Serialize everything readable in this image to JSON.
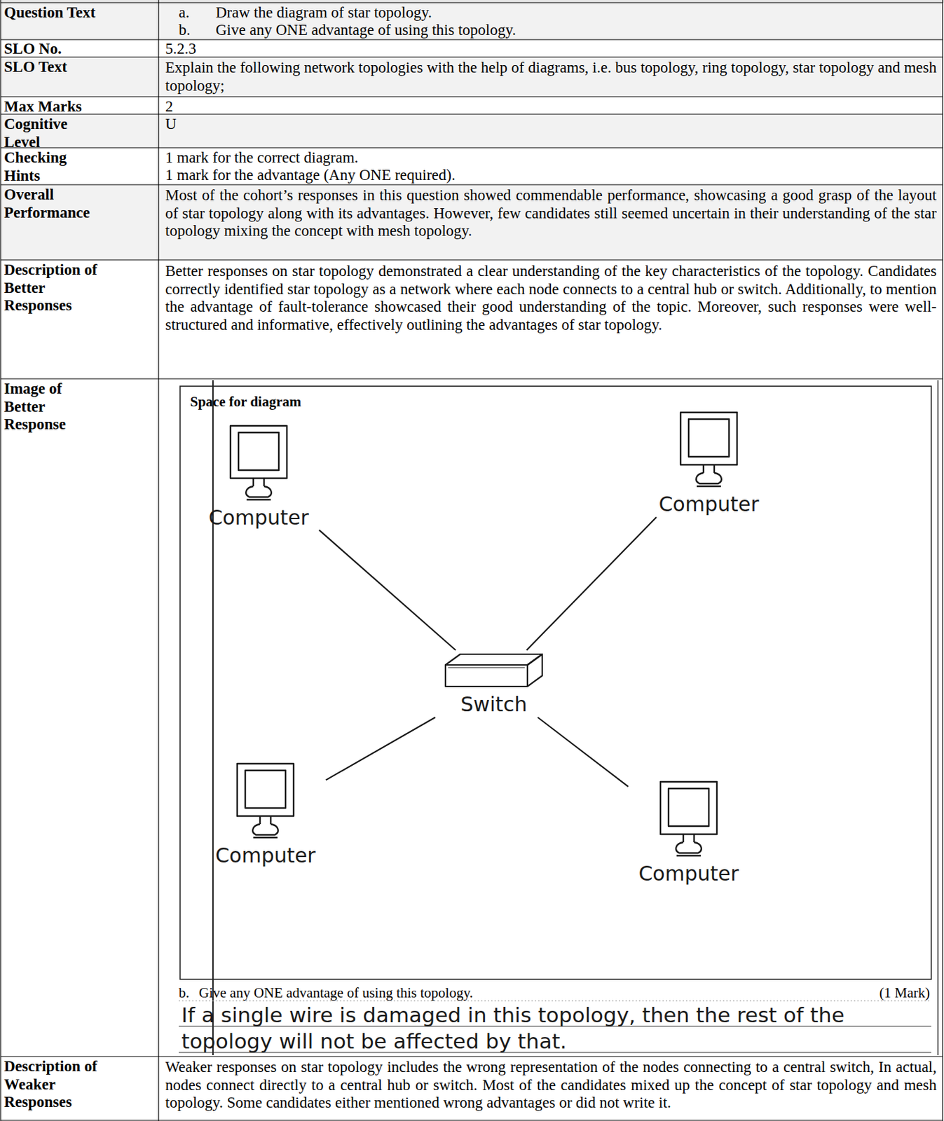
{
  "diagram": {
    "nodes": [
      {
        "text": [
          "Computer"
        ]
      },
      {
        "text": [
          "Computer"
        ]
      },
      {
        "text": [
          "Switch"
        ]
      },
      {
        "text": [
          "Computer"
        ]
      },
      {
        "text": [
          "Computer"
        ]
      }
    ],
    "edges": [
      {
        "from": 0,
        "to": 2,
        "arrow": "none"
      },
      {
        "from": 1,
        "to": 2,
        "arrow": "none"
      },
      {
        "from": 3,
        "to": 2,
        "arrow": "none"
      },
      {
        "from": 4,
        "to": 2,
        "arrow": "none"
      }
    ],
    "labels": [
      "Question Text",
      "a.",
      "Draw the diagram of star topology.",
      "b.",
      "Give any ONE advantage of using this topology.",
      "SLO No.",
      "5.2.3",
      "SLO Text",
      "Explain the following network topologies with the help of diagrams, i.e. bus topology, ring topology, star topology and mesh topology;",
      "Max Marks",
      "2",
      "Cognitive Level",
      "U",
      "Checking Hints",
      "1 mark for the correct diagram.",
      "1 mark for the advantage (Any ONE required).",
      "Overall Performance",
      "Most of the cohort’s responses in this question showed commendable performance, showcasing a good grasp of the layout of star topology along with its advantages. However, few candidates still seemed uncertain in their understanding of the star topology mixing the concept with mesh topology.",
      "Description of Better Responses",
      "Better responses on star topology demonstrated a clear understanding of the key characteristics of the topology. Candidates correctly identified star topology as a network where each node connects to a central hub or switch. Additionally, to mention the advantage of fault-tolerance showcased their good understanding of the topic. Moreover, such responses were well-structured and informative, effectively outlining the advantages of star topology.",
      "Image of Better Response",
      "Space for diagram",
      "b.",
      "Give any ONE advantage of using this topology.",
      "(1 Mark)",
      "If a single wire is damaged in this topology, then the rest of the topology will not be affected by that.",
      "Description of Weaker Responses",
      "Weaker responses on star topology includes the wrong representation of the nodes connecting to a central switch, In actual, nodes connect directly to a central hub or switch. Most of the candidates mixed up the concept of star topology and mesh topology. Some candidates either mentioned wrong advantages or did not write it."
    ]
  }
}
